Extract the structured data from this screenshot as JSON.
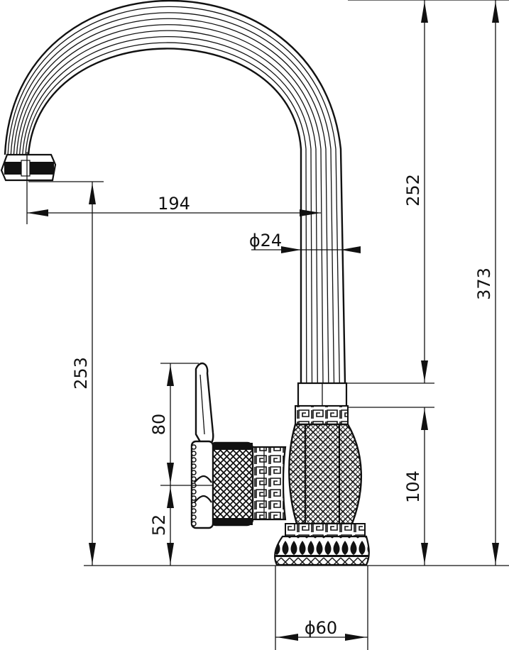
{
  "dimensions": {
    "spout_reach": "194",
    "spout_diameter": "ϕ24",
    "spout_height": "252",
    "total_height": "373",
    "outlet_height": "253",
    "lever_length": "80",
    "lever_axis_height": "52",
    "body_height": "104",
    "base_diameter": "ϕ60"
  },
  "colors": {
    "line": "#111111",
    "background": "#ffffff"
  }
}
